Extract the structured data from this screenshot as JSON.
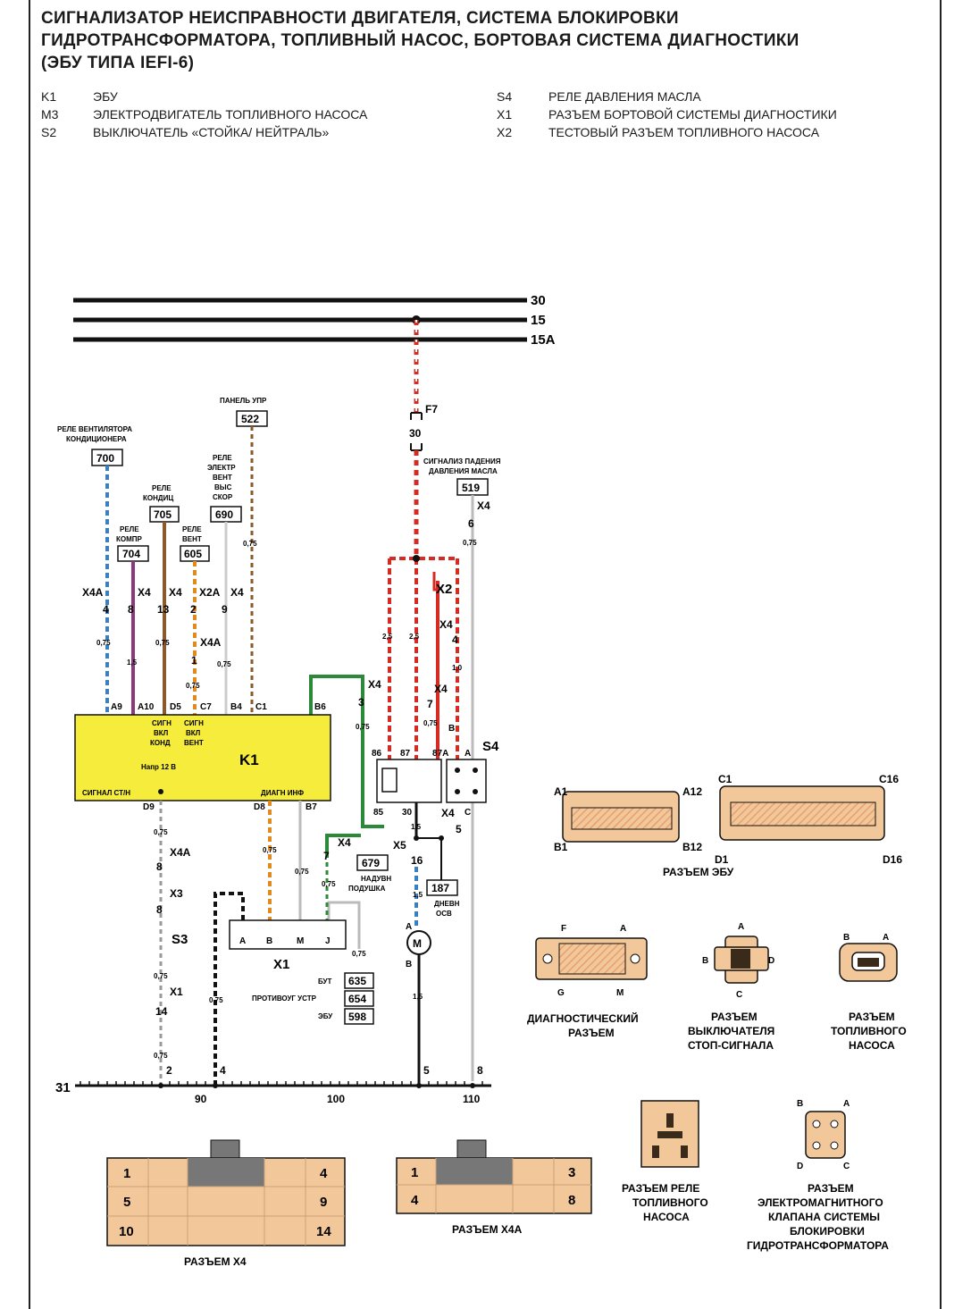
{
  "title": {
    "line1": "СИГНАЛИЗАТОР НЕИСПРАВНОСТИ ДВИГАТЕЛЯ, СИСТЕМА БЛОКИРОВКИ",
    "line2": "ГИДРОТРАНСФОРМАТОРА, ТОПЛИВНЫЙ НАСОС, БОРТОВАЯ СИСТЕМА ДИАГНОСТИКИ",
    "line3": "(ЭБУ ТИПА IEFI-6)"
  },
  "legend_left": [
    {
      "code": "K1",
      "text": "ЭБУ"
    },
    {
      "code": "M3",
      "text": "ЭЛЕКТРОДВИГАТЕЛЬ ТОПЛИВНОГО НАСОСА"
    },
    {
      "code": "S2",
      "text": "ВЫКЛЮЧАТЕЛЬ «СТОЙКА/ НЕЙТРАЛЬ»"
    }
  ],
  "legend_right": [
    {
      "code": "S4",
      "text": "РЕЛЕ ДАВЛЕНИЯ МАСЛА"
    },
    {
      "code": "X1",
      "text": "РАЗЪЕМ БОРТОВОЙ СИСТЕМЫ ДИАГНОСТИКИ"
    },
    {
      "code": "X2",
      "text": "ТЕСТОВЫЙ РАЗЪЕМ ТОПЛИВНОГО НАСОСА"
    }
  ],
  "buses": {
    "b30": "30",
    "b15": "15",
    "b15a": "15A"
  },
  "fuse": {
    "name": "F7",
    "rating": "30"
  },
  "circuits": {
    "c700": "700",
    "c705": "705",
    "c704": "704",
    "c605": "605",
    "c690": "690",
    "c522": "522",
    "c519": "519",
    "c679": "679",
    "c187": "187",
    "c635": "635",
    "c654": "654",
    "c598": "598"
  },
  "destinations": {
    "fan_relay_1": "РЕЛЕ ВЕНТИЛЯТОРА",
    "fan_relay_2": "КОНДИЦИОНЕРА",
    "panel": "ПАНЕЛЬ УПР",
    "relay_ac_1": "РЕЛЕ",
    "relay_ac_2": "КОНДИЦ",
    "relay_comp_1": "РЕЛЕ",
    "relay_comp_2": "КОМПР",
    "relay_vent_1": "РЕЛЕ",
    "relay_vent_2": "ВЕНТ",
    "relay_el_1": "РЕЛЕ",
    "relay_el_2": "ЭЛЕКТР",
    "relay_el_3": "ВЕНТ",
    "relay_el_4": "ВЫС",
    "relay_el_5": "СКОР",
    "oil_1": "СИГНАЛИЗ ПАДЕНИЯ",
    "oil_2": "ДАВЛЕНИЯ МАСЛА",
    "airbag_1": "НАДУВН",
    "airbag_2": "ПОДУШКА",
    "drl_1": "ДНЕВН",
    "drl_2": "ОСВ",
    "but": "БУТ",
    "abs": "ПРОТИВОУГ УСТР",
    "ebu": "ЭБУ"
  },
  "connectors": {
    "x4": "X4",
    "x4a": "X4A",
    "x2a": "X2A",
    "x3": "X3",
    "x1": "X1",
    "x5": "X5",
    "x2": "X2",
    "p4": "4",
    "p8": "8",
    "p13": "13",
    "p2": "2",
    "p9": "9",
    "p1": "1",
    "p3": "3",
    "p7": "7",
    "p6": "6",
    "p5": "5",
    "p16": "16",
    "p14": "14",
    "p8b": "8",
    "p8c": "8",
    "p7b": "7",
    "p4b": "4"
  },
  "wire_sizes": {
    "w075": "0,75",
    "w15": "1,5",
    "w25": "2,5",
    "w10": "1,0"
  },
  "ecu": {
    "name": "K1",
    "pins": {
      "a9": "A9",
      "a10": "A10",
      "d5": "D5",
      "c7": "C7",
      "b4": "B4",
      "c1": "C1",
      "b6": "B6",
      "d9": "D9",
      "d8": "D8",
      "b7": "B7"
    },
    "sig_ac_1": "СИГН",
    "sig_ac_2": "ВКЛ",
    "sig_ac_3": "КОНД",
    "sig_fan_1": "СИГН",
    "sig_fan_2": "ВКЛ",
    "sig_fan_3": "ВЕНТ",
    "v12": "Напр 12 В",
    "sig_st": "СИГНАЛ СТ/Н",
    "diag": "ДИАГН ИНФ"
  },
  "relay": {
    "p86": "86",
    "p87": "87",
    "p87a": "87A",
    "p85": "85",
    "p30": "30"
  },
  "s4": {
    "name": "S4",
    "pa": "A",
    "pb": "B",
    "pc": "C"
  },
  "s3": "S3",
  "motor": {
    "sym": "M",
    "pa": "A",
    "pb": "B"
  },
  "x1box": {
    "name": "X1",
    "pins": [
      "A",
      "B",
      "M",
      "J"
    ]
  },
  "ground": {
    "label": "31",
    "n2": "2",
    "n4": "4",
    "n5": "5",
    "n8": "8",
    "t90": "90",
    "t100": "100",
    "t110": "110"
  },
  "connector_views": {
    "ecu_caption": "РАЗЪЕМ ЭБУ",
    "ecu_labels": [
      "A1",
      "A12",
      "B1",
      "B12",
      "C1",
      "C16",
      "D1",
      "D16"
    ],
    "diag_caption_1": "ДИАГНОСТИЧЕСКИЙ",
    "diag_caption_2": "РАЗЪЕМ",
    "diag_labels": [
      "F",
      "A",
      "G",
      "M"
    ],
    "stop_caption_1": "РАЗЪЕМ",
    "stop_caption_2": "ВЫКЛЮЧАТЕЛЯ",
    "stop_caption_3": "СТОП-СИГНАЛА",
    "stop_labels": [
      "A",
      "B",
      "D",
      "C"
    ],
    "pump_caption_1": "РАЗЪЕМ",
    "pump_caption_2": "ТОПЛИВНОГО",
    "pump_caption_3": "НАСОСА",
    "pump_labels": [
      "B",
      "A"
    ],
    "relay_caption_1": "РАЗЪЕМ РЕЛЕ",
    "relay_caption_2": "ТОПЛИВНОГО",
    "relay_caption_3": "НАСОСА",
    "tcc_caption_1": "РАЗЪЕМ",
    "tcc_caption_2": "ЭЛЕКТРОМАГНИТНОГО",
    "tcc_caption_3": "КЛАПАНА СИСТЕМЫ",
    "tcc_caption_4": "БЛОКИРОВКИ",
    "tcc_caption_5": "ГИДРОТРАНСФОРМАТОРА",
    "tcc_labels": [
      "B",
      "A",
      "D",
      "C"
    ],
    "x4_caption": "РАЗЪЕМ X4",
    "x4_pins": [
      "1",
      "4",
      "5",
      "9",
      "10",
      "14"
    ],
    "x4a_caption": "РАЗЪЕМ X4A",
    "x4a_pins": [
      "1",
      "3",
      "4",
      "8"
    ]
  },
  "colors": {
    "ecu_fill": "#f5ec3c",
    "conn_fill": "#f2c89a",
    "wire_red": "#d62b22",
    "wire_blue": "#3a7fc0",
    "wire_green": "#2b8a3a",
    "wire_brown": "#8a5a2b",
    "wire_purple": "#8a3a7a",
    "wire_orange": "#e08a20"
  }
}
